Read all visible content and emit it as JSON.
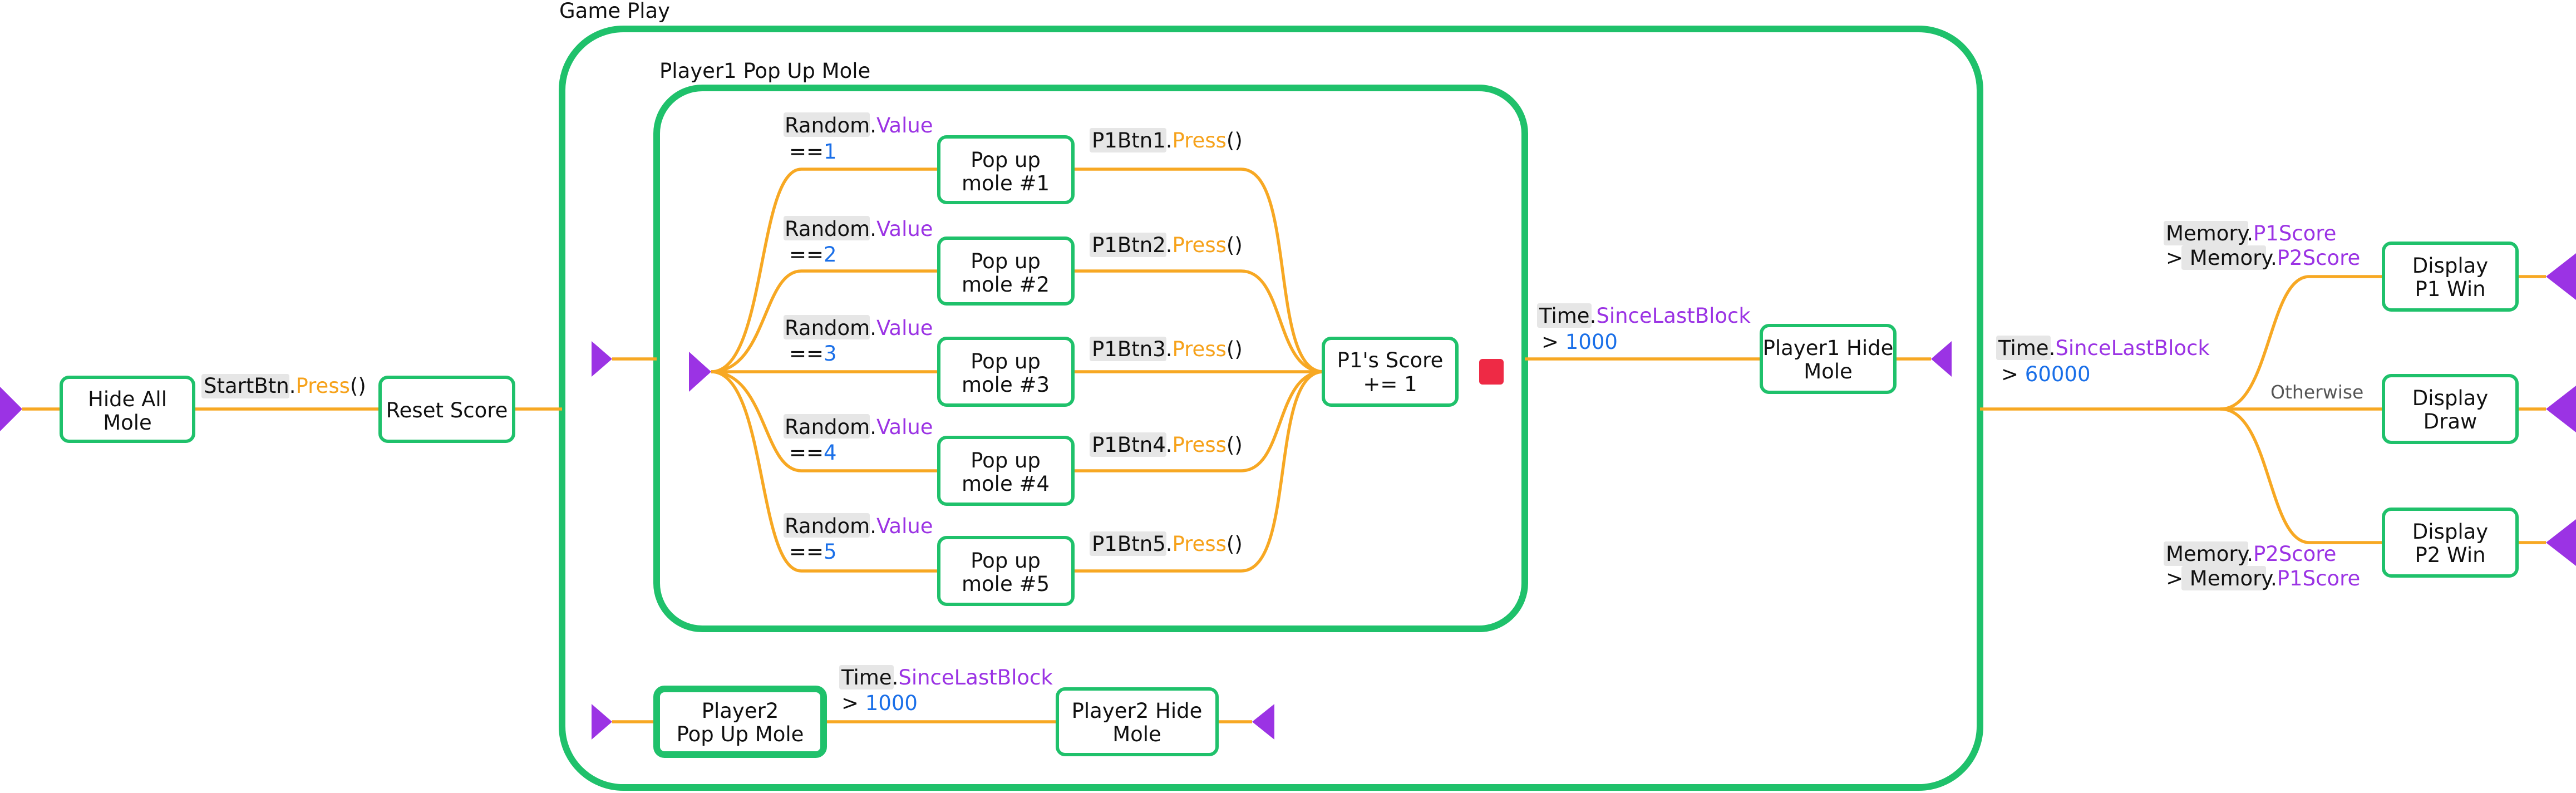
{
  "colors": {
    "node_border": "#1fc16b",
    "edge": "#f7a823",
    "port": "#9b33e4",
    "stop": "#ee2a45",
    "property_text": "#9b33e4",
    "method_text": "#f6a21b",
    "number_text": "#1a6fe8"
  },
  "groups": {
    "game_play": "Game Play",
    "player1_pop_up": "Player1 Pop Up Mole"
  },
  "nodes": {
    "hide_all_mole": [
      "Hide All",
      "Mole"
    ],
    "reset_score": [
      "Reset Score"
    ],
    "pop_up_1": [
      "Pop up",
      "mole #1"
    ],
    "pop_up_2": [
      "Pop up",
      "mole #2"
    ],
    "pop_up_3": [
      "Pop up",
      "mole #3"
    ],
    "pop_up_4": [
      "Pop up",
      "mole #4"
    ],
    "pop_up_5": [
      "Pop up",
      "mole #5"
    ],
    "p1_score": [
      "P1's Score",
      "+= 1"
    ],
    "player1_hide_mole": [
      "Player1 Hide",
      "Mole"
    ],
    "player2_pop_up_mole": [
      "Player2",
      "Pop Up Mole"
    ],
    "player2_hide_mole": [
      "Player2 Hide",
      "Mole"
    ],
    "display_p1_win": [
      "Display",
      "P1 Win"
    ],
    "display_draw": [
      "Display",
      "Draw"
    ],
    "display_p2_win": [
      "Display",
      "P2 Win"
    ]
  },
  "conditions": {
    "start": {
      "object": "StartBtn",
      "sep": ".",
      "method": "Press",
      "parens": "()"
    },
    "random_1": {
      "object": "Random",
      "sep": ".",
      "property": "Value",
      "op": "==",
      "value": "1"
    },
    "random_2": {
      "object": "Random",
      "sep": ".",
      "property": "Value",
      "op": "==",
      "value": "2"
    },
    "random_3": {
      "object": "Random",
      "sep": ".",
      "property": "Value",
      "op": "==",
      "value": "3"
    },
    "random_4": {
      "object": "Random",
      "sep": ".",
      "property": "Value",
      "op": "==",
      "value": "4"
    },
    "random_5": {
      "object": "Random",
      "sep": ".",
      "property": "Value",
      "op": "==",
      "value": "5"
    },
    "btn_1": {
      "object": "P1Btn1",
      "sep": ".",
      "method": "Press",
      "parens": "()"
    },
    "btn_2": {
      "object": "P1Btn2",
      "sep": ".",
      "method": "Press",
      "parens": "()"
    },
    "btn_3": {
      "object": "P1Btn3",
      "sep": ".",
      "method": "Press",
      "parens": "()"
    },
    "btn_4": {
      "object": "P1Btn4",
      "sep": ".",
      "method": "Press",
      "parens": "()"
    },
    "btn_5": {
      "object": "P1Btn5",
      "sep": ".",
      "method": "Press",
      "parens": "()"
    },
    "p1_time": {
      "object": "Time",
      "sep": ".",
      "property": "SinceLastBlock",
      "op": ">",
      "value": "1000"
    },
    "p2_time": {
      "object": "Time",
      "sep": ".",
      "property": "SinceLastBlock",
      "op": ">",
      "value": "1000"
    },
    "game_time": {
      "object": "Time",
      "sep": ".",
      "property": "SinceLastBlock",
      "op": ">",
      "value": "60000"
    },
    "p1_wins": {
      "object1": "Memory",
      "sep": ".",
      "property1": "P1Score",
      "op": ">",
      "object2": "Memory",
      "property2": "P2Score"
    },
    "p2_wins": {
      "object1": "Memory",
      "sep": ".",
      "property1": "P2Score",
      "op": ">",
      "object2": "Memory",
      "property2": "P1Score"
    },
    "otherwise": "Otherwise"
  }
}
